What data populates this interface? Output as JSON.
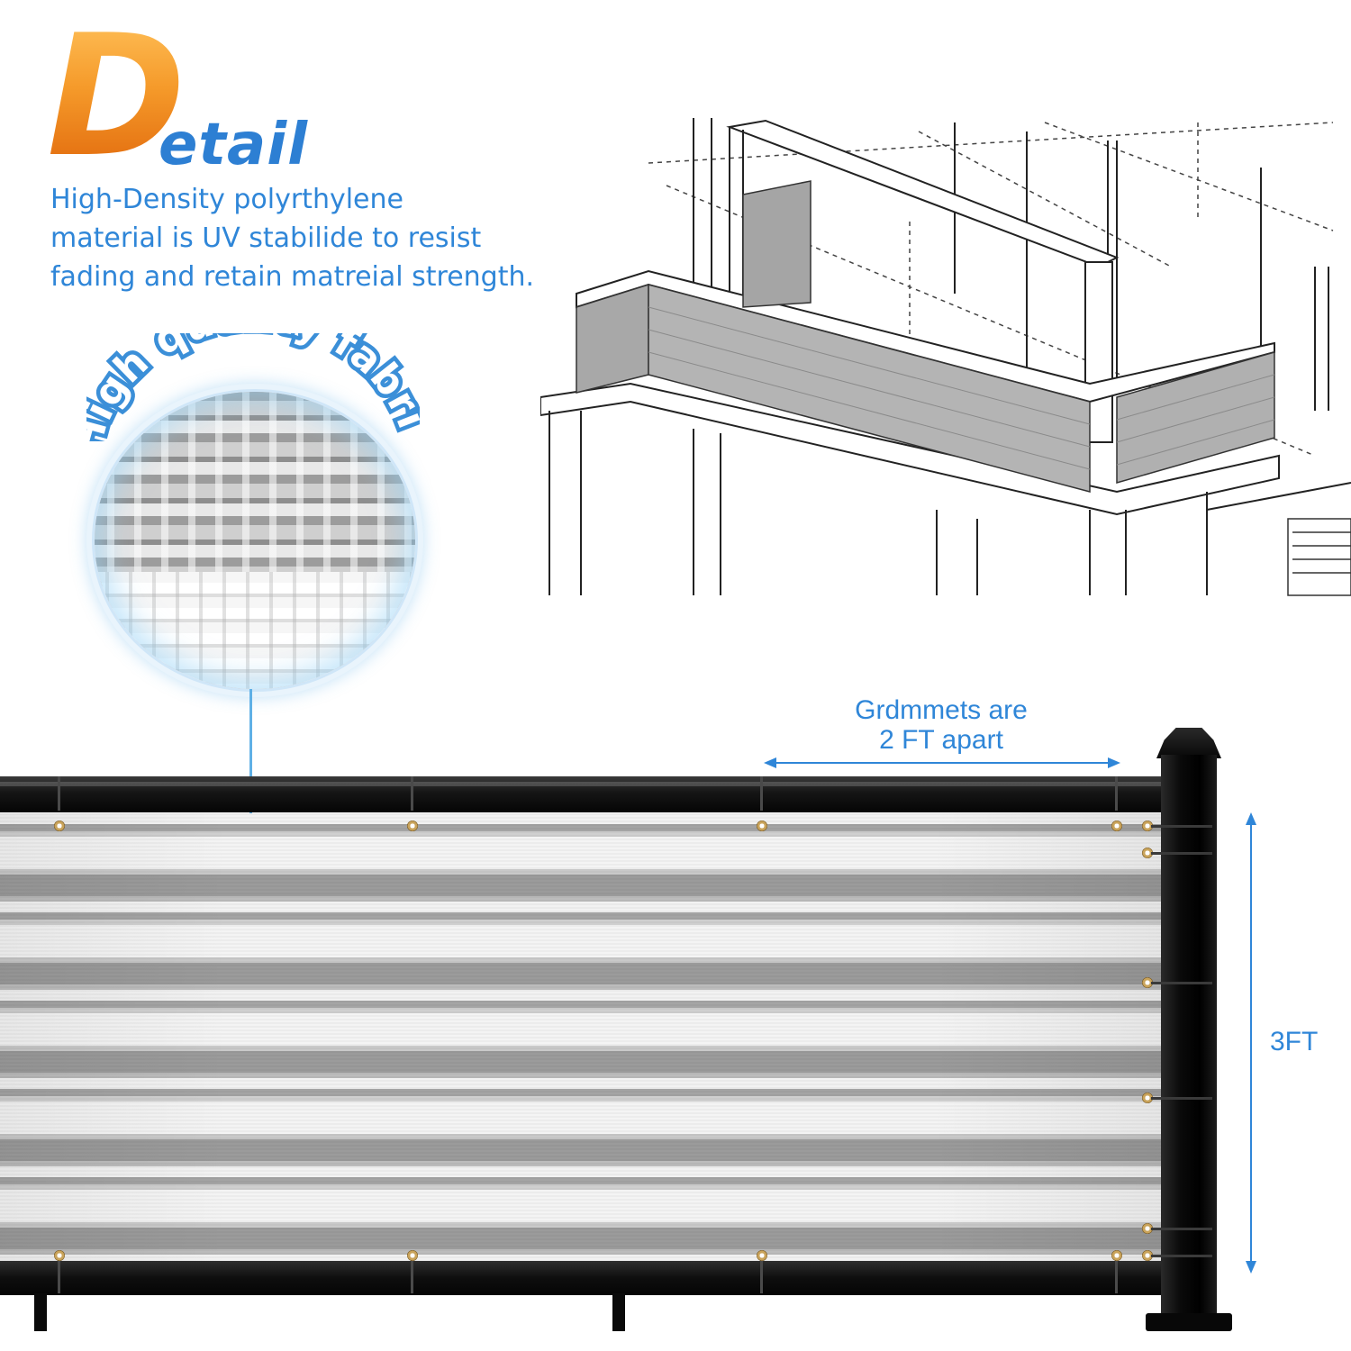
{
  "header": {
    "title_initial": "D",
    "title_rest": "etail",
    "description_lines": [
      "High-Density polyrthylene",
      "material is UV stabilide to resist",
      "fading and retain matreial strength."
    ]
  },
  "fabric_badge": {
    "text": "High quality fabric"
  },
  "annotations": {
    "grommet_spacing_line1": "Grdmmets are",
    "grommet_spacing_line2": "2 FT apart",
    "height": "3FT"
  },
  "colors": {
    "accent_blue": "#2f86d8",
    "title_orange": "#f08a1c",
    "badge_blue": "#5fb0e6"
  }
}
